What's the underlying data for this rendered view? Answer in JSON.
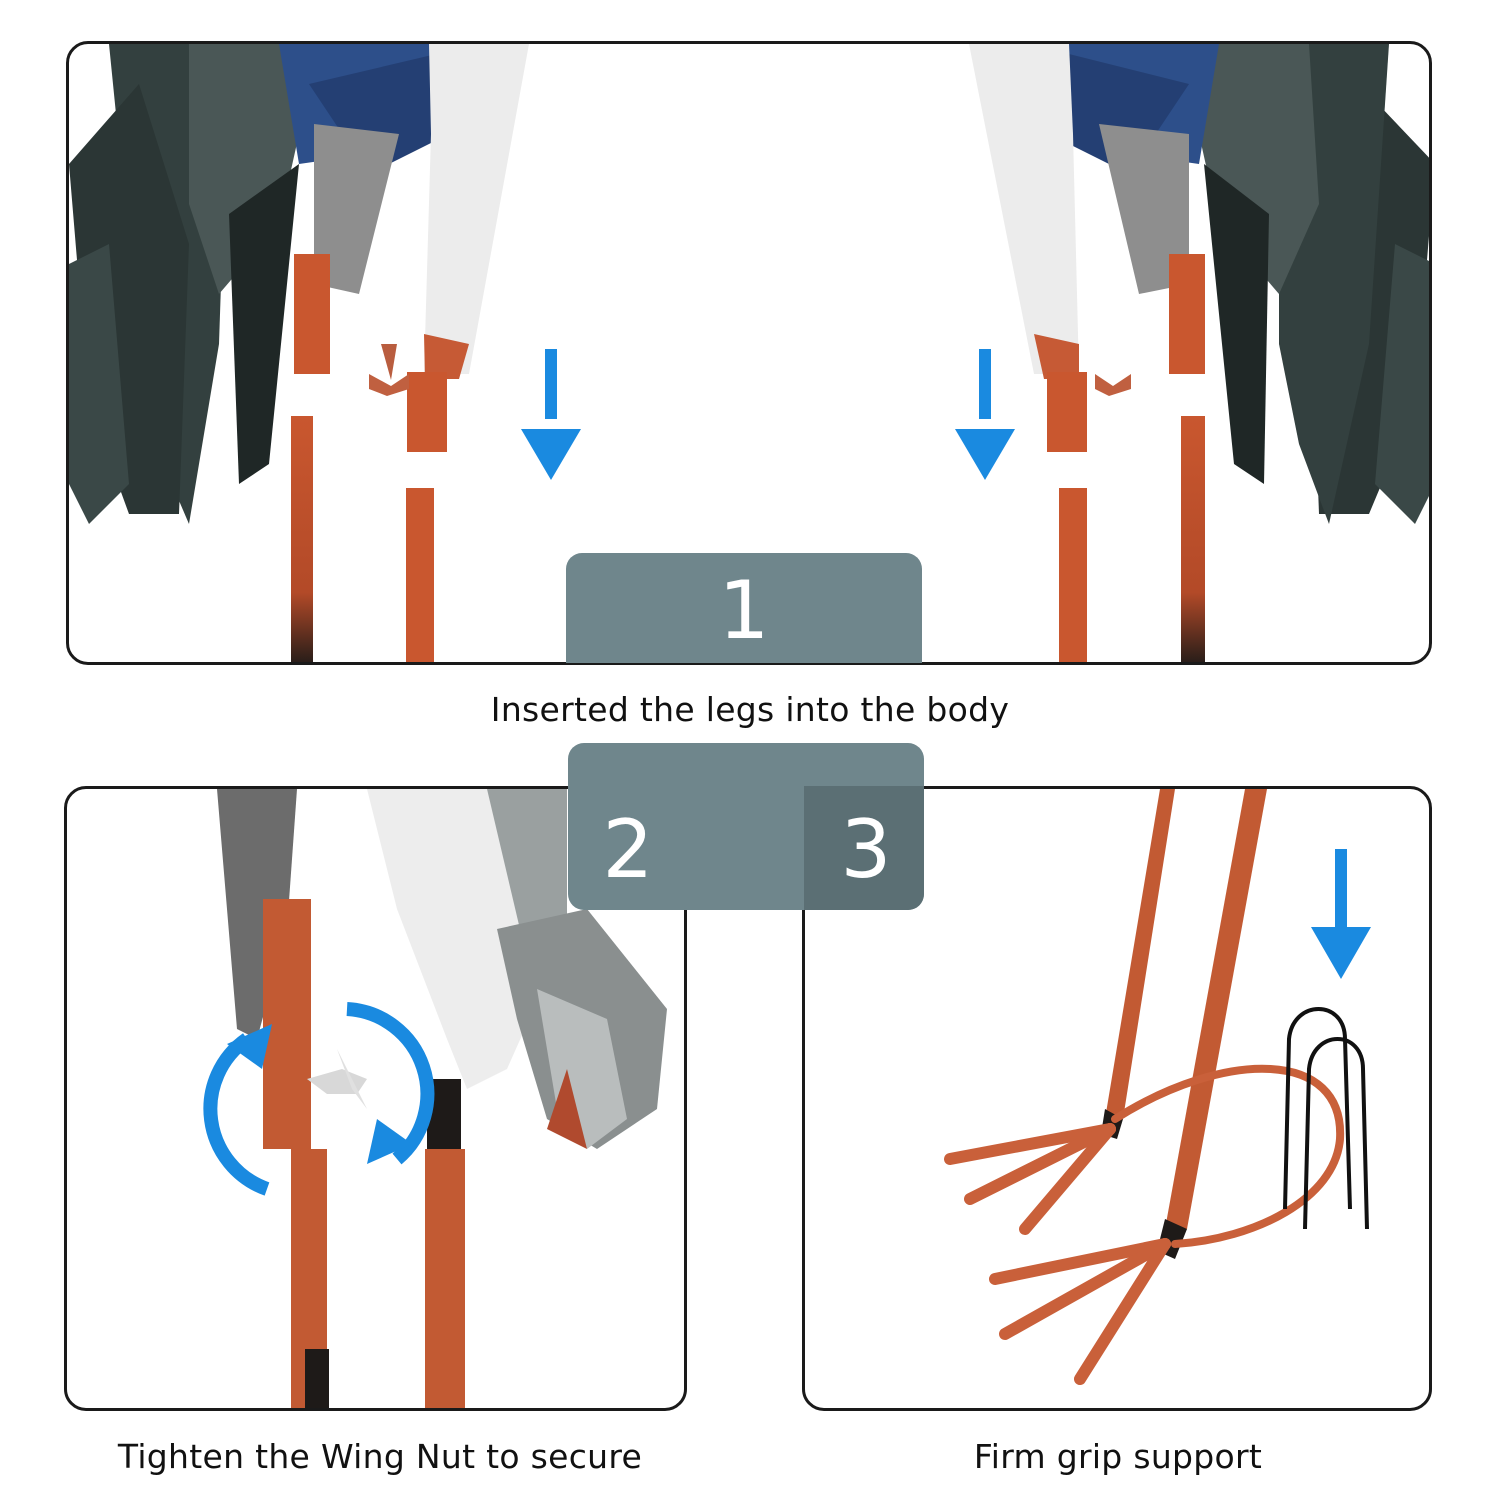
{
  "steps": [
    {
      "number": "1",
      "caption": "Inserted the legs into the body"
    },
    {
      "number": "2",
      "caption": "Tighten the Wing Nut to secure"
    },
    {
      "number": "3",
      "caption": "Firm grip support"
    }
  ],
  "colors": {
    "badge": "#6f868c",
    "arrow": "#1a8ae0",
    "leg": "#c0532f",
    "feather_dark": "#2e3b3a",
    "feather_blue": "#2d4f8a",
    "outline": "#1a1a1a"
  }
}
